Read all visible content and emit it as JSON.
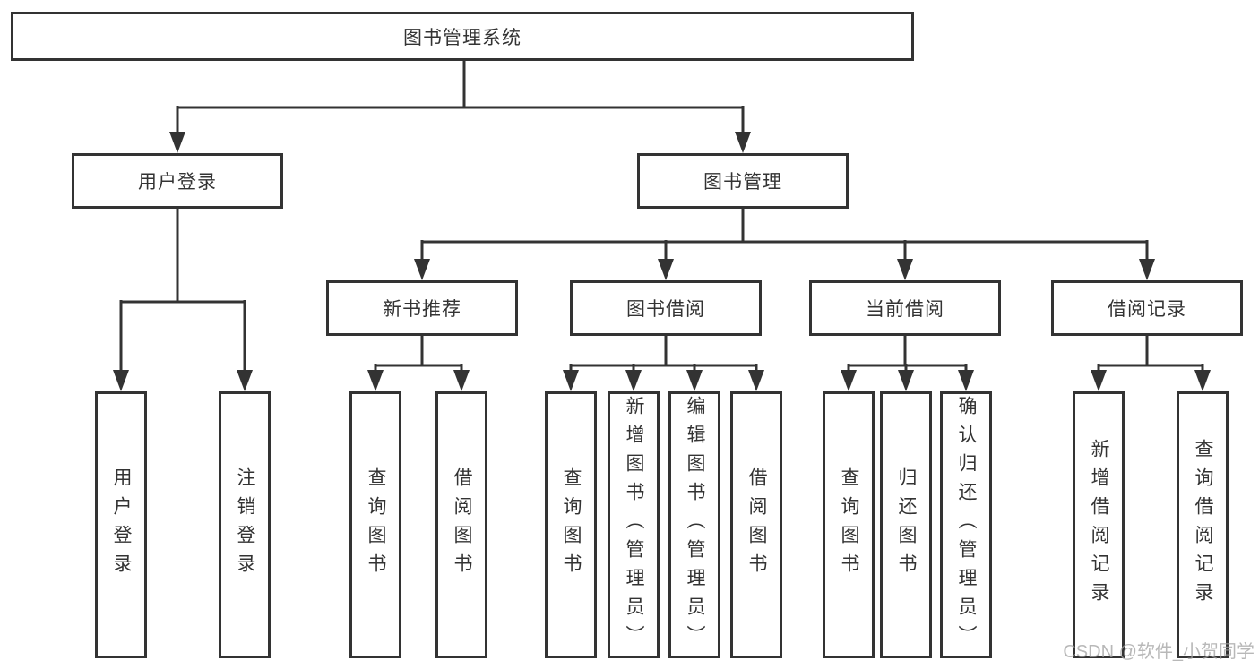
{
  "diagram": {
    "root": "图书管理系统",
    "level2": {
      "user_login": "用户登录",
      "book_manage": "图书管理"
    },
    "level3": {
      "new_books": "新书推荐",
      "borrowing": "图书借阅",
      "current": "当前借阅",
      "records": "借阅记录"
    },
    "leaves": {
      "user_login": [
        "用户登录",
        "注销登录"
      ],
      "new_books": [
        "查询图书",
        "借阅图书"
      ],
      "borrowing": [
        "查询图书",
        "新增图书（管理员）",
        "编辑图书（管理员）",
        "借阅图书"
      ],
      "current": [
        "查询图书",
        "归还图书",
        "确认归还（管理员）"
      ],
      "records": [
        "新增借阅记录",
        "查询借阅记录"
      ]
    },
    "line_color": "#333333"
  },
  "watermark": {
    "text": "CSDN @软件_小贺同学"
  }
}
